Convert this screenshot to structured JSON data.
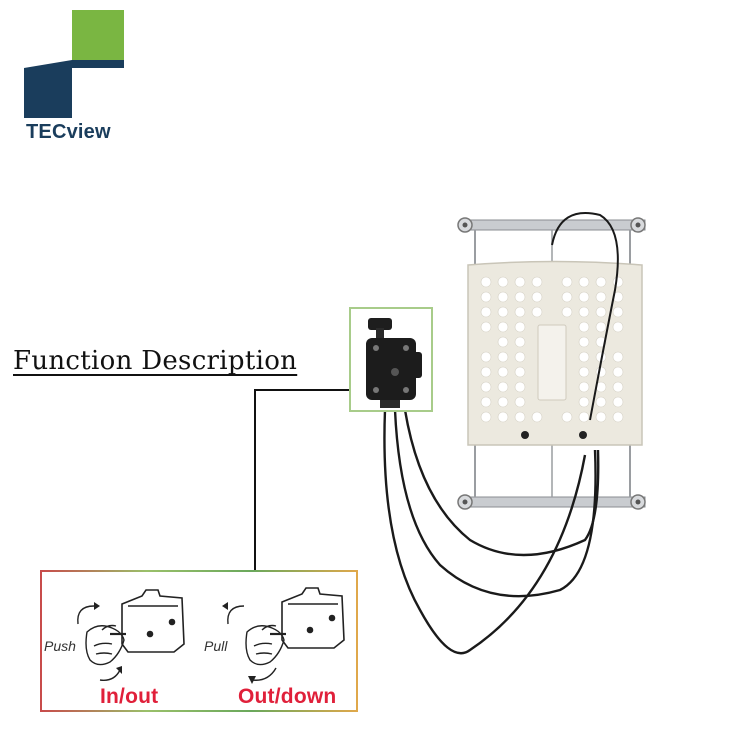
{
  "brand": {
    "name": "TECview",
    "colors": {
      "green": "#7ab642",
      "navy": "#1a3d5c"
    }
  },
  "title": "Function Description",
  "instructions": {
    "push": {
      "hand_label": "Push",
      "action": "In/out"
    },
    "pull": {
      "hand_label": "Pull",
      "action": "Out/down"
    }
  },
  "colors": {
    "action_text": "#e0203a",
    "box_border": "#8cbf6a",
    "panel": "#ece9df"
  }
}
